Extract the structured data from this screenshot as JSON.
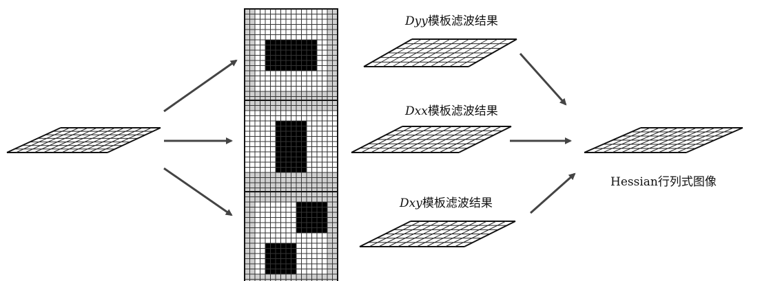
{
  "labels": {
    "dyy_var": "Dyy",
    "dxx_var": "Dxx",
    "dxy_var": "Dxy",
    "filter_result": "模板滤波结果",
    "hessian": "Hessian行列式图像"
  },
  "colors": {
    "background": "#ffffff",
    "white_cell": "#ffffff",
    "gray_cell": "#d0d0d0",
    "black_cell": "#000000",
    "arrow": "#444444",
    "line": "#222222"
  },
  "kernels": {
    "dyy": {
      "size": 9,
      "gray_cols": [
        0,
        8
      ],
      "gray_rows": [
        8
      ],
      "black_rows": [
        3,
        5
      ],
      "black_cols": [
        2,
        6
      ]
    },
    "dxx": {
      "size": 9,
      "gray_cols": [],
      "gray_rows": [
        0,
        7,
        8
      ],
      "black_rows": [
        2,
        6
      ],
      "black_cols": [
        3,
        5
      ]
    },
    "dxy": {
      "size": 9,
      "gray_cols": [
        0,
        8
      ],
      "gray_rows": [
        0,
        8
      ],
      "black_blocks": [
        {
          "rows": [
            1,
            3
          ],
          "cols": [
            5,
            7
          ]
        },
        {
          "rows": [
            5,
            7
          ],
          "cols": [
            2,
            4
          ]
        }
      ]
    }
  }
}
